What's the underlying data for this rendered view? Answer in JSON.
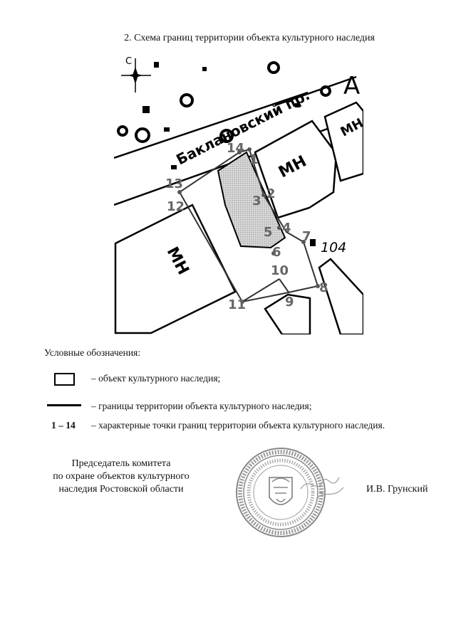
{
  "heading": "2. Схема границ территории объекта культурного наследия",
  "map": {
    "street_label": "Баклановский пр.",
    "north_label": "С",
    "house_number": "104",
    "building_marks": [
      "МН",
      "МН",
      "МН"
    ],
    "point_labels": [
      "1",
      "2",
      "3",
      "4",
      "5",
      "6",
      "7",
      "8",
      "9",
      "10",
      "11",
      "12",
      "13",
      "14"
    ],
    "colors": {
      "point_label": "#666666",
      "boundary": "#333333",
      "object_fill": "#cfcfcf"
    }
  },
  "legend": {
    "title": "Условные обозначения:",
    "items": [
      {
        "symbol": "rectangle",
        "text": "– объект культурного наследия;"
      },
      {
        "symbol": "line",
        "text": "– границы территории объекта культурного наследия;"
      },
      {
        "symbol": "1 – 14",
        "text": "– характерные точки границ территории объекта культурного наследия."
      }
    ]
  },
  "signature": {
    "position_line1": "Председатель комитета",
    "position_line2": "по охране объектов культурного",
    "position_line3": "наследия Ростовской области",
    "name": "И.В. Грунский"
  }
}
